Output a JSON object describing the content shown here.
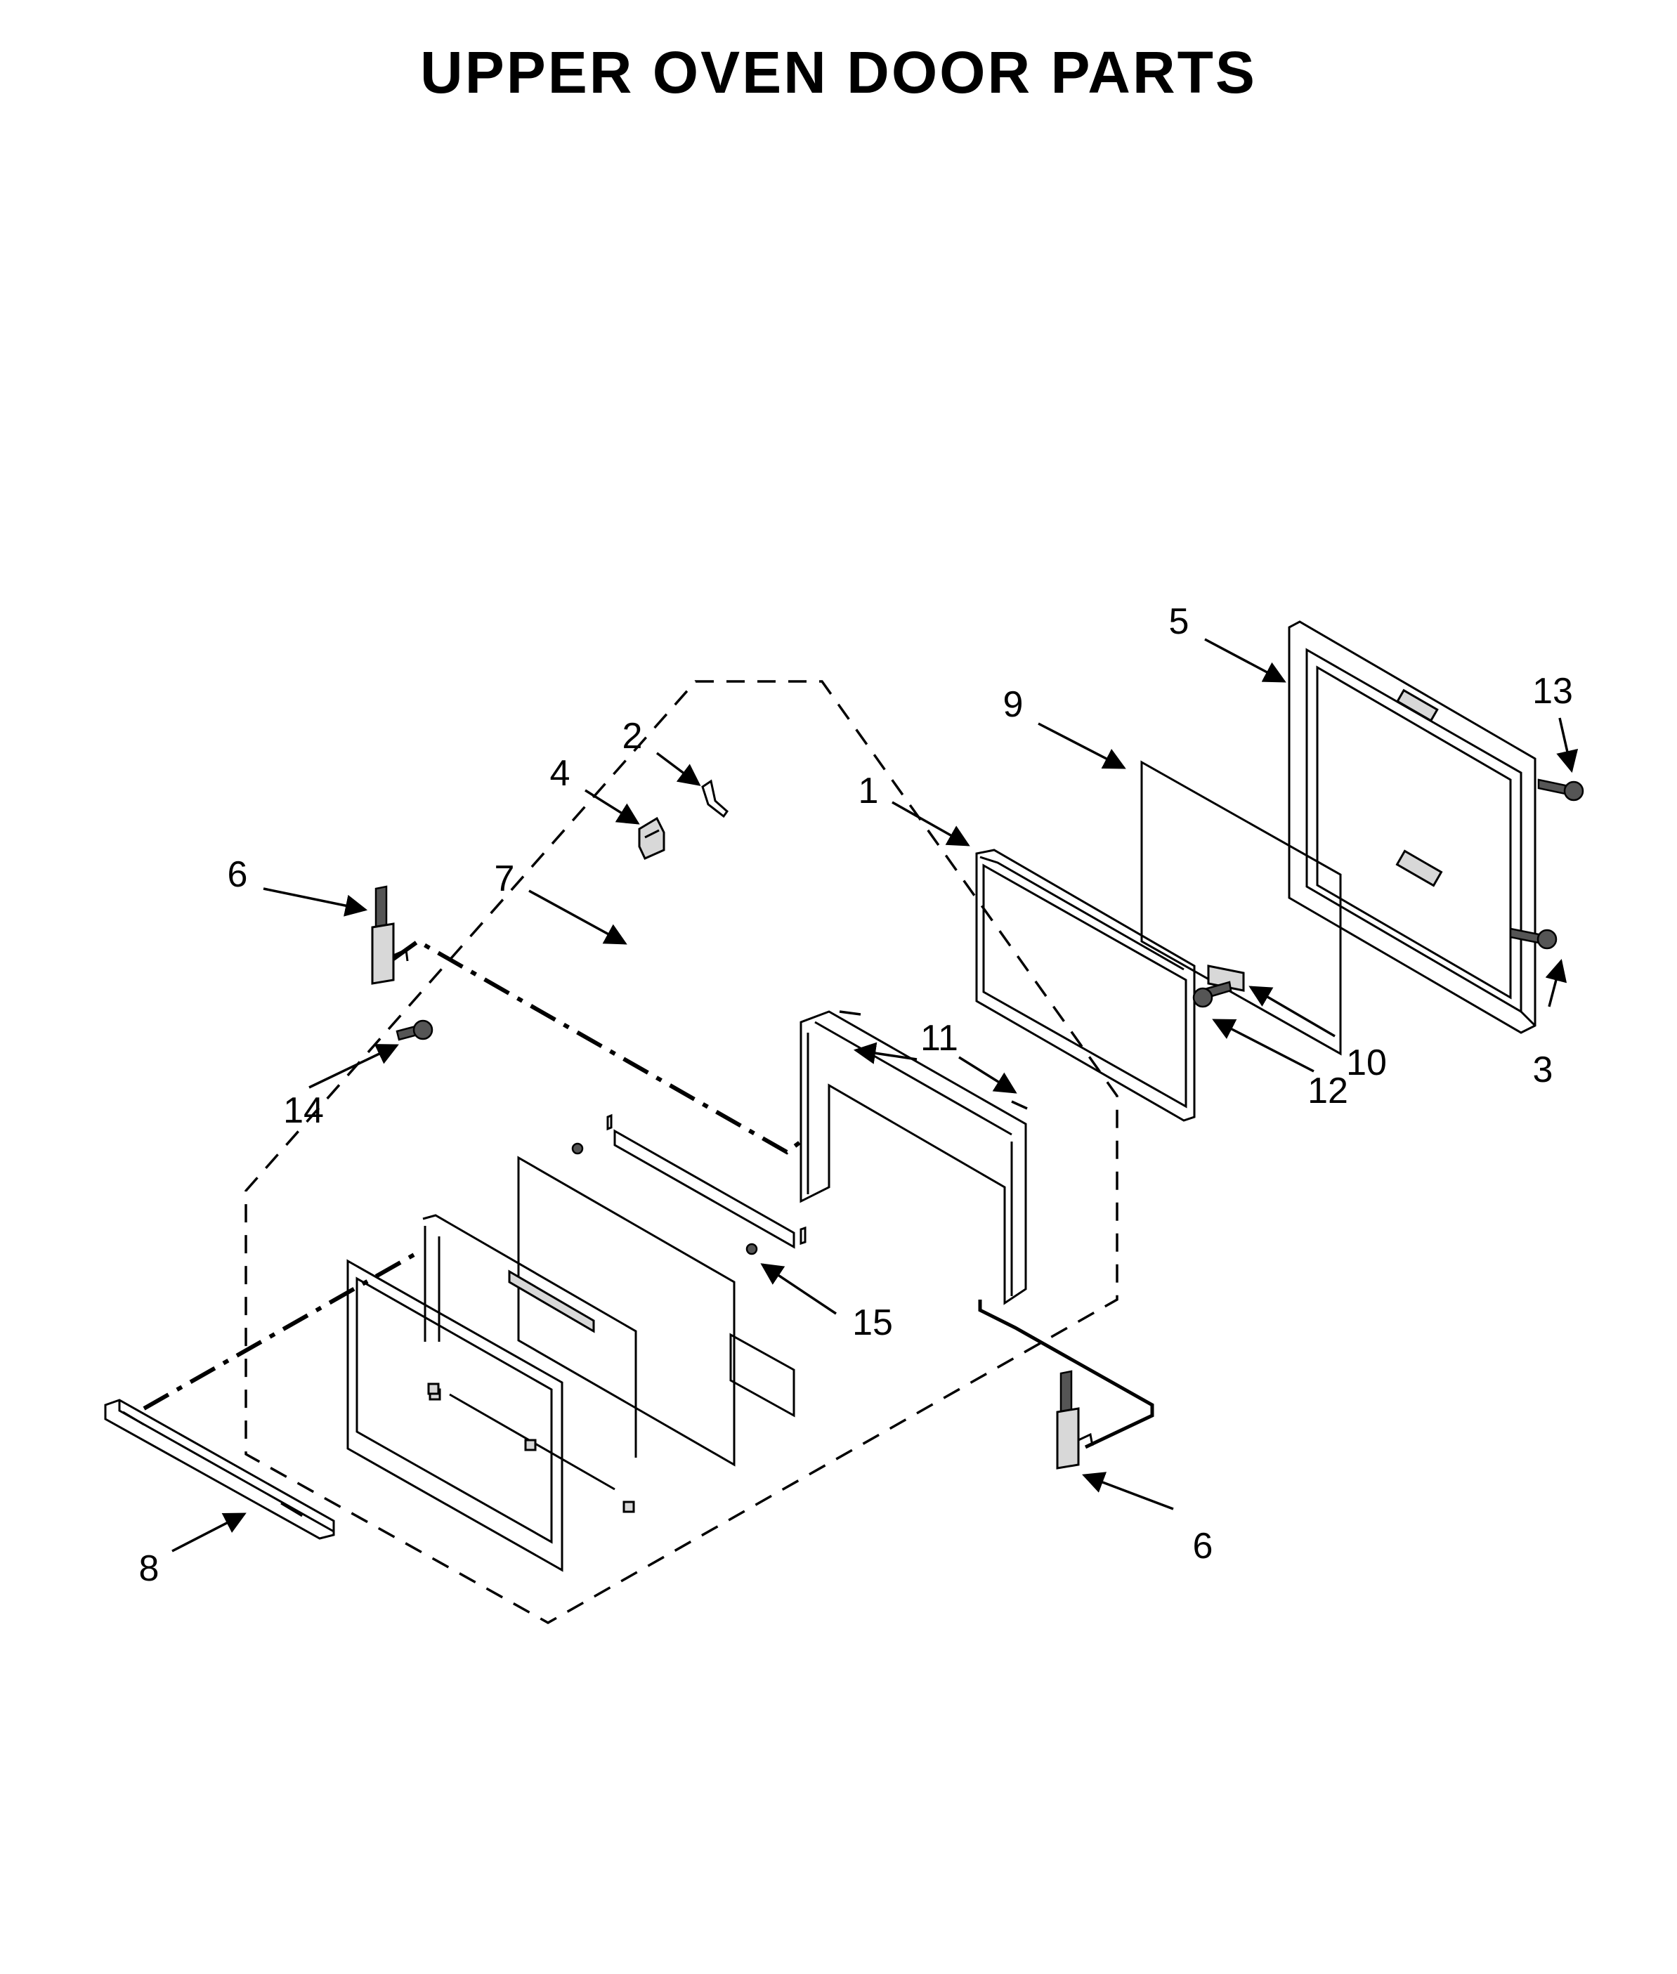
{
  "title": "UPPER OVEN DOOR PARTS",
  "callouts": {
    "c1": "1",
    "c2": "2",
    "c3": "3",
    "c4": "4",
    "c5": "5",
    "c6a": "6",
    "c6b": "6",
    "c7": "7",
    "c8": "8",
    "c9": "9",
    "c10": "10",
    "c11": "11",
    "c12": "12",
    "c13": "13",
    "c14": "14",
    "c15": "15"
  }
}
